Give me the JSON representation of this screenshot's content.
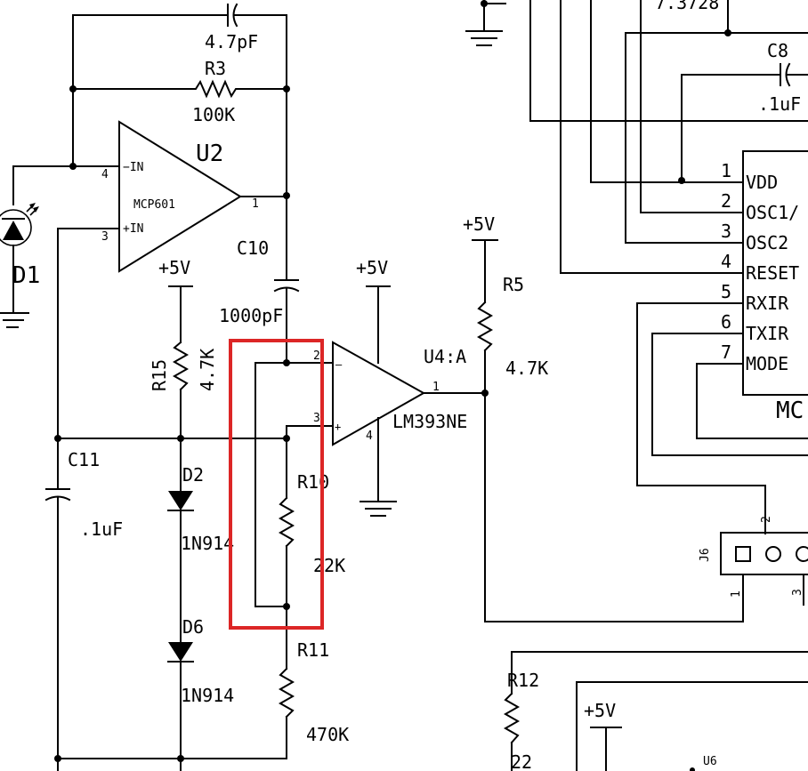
{
  "diagram": {
    "highlight_color": "#dc2626",
    "ink_color": "#000000",
    "labels": {
      "c_top_value": "4.7pF",
      "r3_ref": "R3",
      "r3_value": "100K",
      "u2_ref": "U2",
      "u2_part": "MCP601",
      "u2_in_minus": "−IN",
      "u2_in_plus": "+IN",
      "u2_pin4": "4",
      "u2_pin3": "3",
      "u2_pin1": "1",
      "d1_ref": "D1",
      "c10_ref": "C10",
      "c10_value": "1000pF",
      "r15_ref": "R15",
      "r15_value": "4.7K",
      "vcc_r15": "+5V",
      "vcc_u4": "+5V",
      "vcc_r5": "+5V",
      "vcc_u6": "+5V",
      "c11_ref": "C11",
      "c11_value": ".1uF",
      "d2_ref": "D2",
      "d2_part": "1N914",
      "d6_ref": "D6",
      "d6_part": "1N914",
      "u4_ref": "U4:A",
      "u4_part": "LM393NE",
      "u4_pin2": "2",
      "u4_pin3": "3",
      "u4_pin4": "4",
      "u4_pin1": "1",
      "r5_ref": "R5",
      "r5_value": "4.7K",
      "r10_ref": "R10",
      "r10_value": "22K",
      "r11_ref": "R11",
      "r11_value": "470K",
      "r12_ref": "R12",
      "r12_value": "22",
      "u6_ref": "U6",
      "c8_ref": "C8",
      "c8_value": ".1uF",
      "crystal_value": "7.3728",
      "mcu_ref_partial": "MC",
      "j6_ref": "J6",
      "j6_pin1": "1",
      "j6_pin2": "2",
      "j6_pin3": "3",
      "mcu_pins": [
        {
          "num": "1",
          "name": "VDD"
        },
        {
          "num": "2",
          "name": "OSC1/"
        },
        {
          "num": "3",
          "name": "OSC2"
        },
        {
          "num": "4",
          "name": "RESET"
        },
        {
          "num": "5",
          "name": "RXIR"
        },
        {
          "num": "6",
          "name": "TXIR"
        },
        {
          "num": "7",
          "name": "MODE"
        }
      ]
    }
  }
}
